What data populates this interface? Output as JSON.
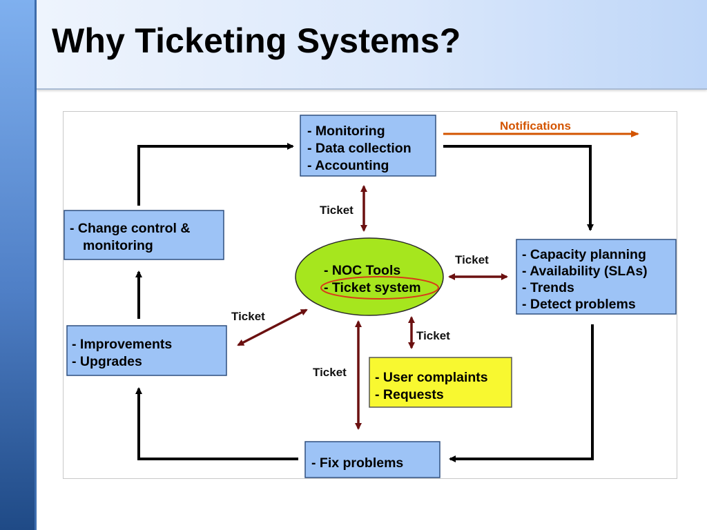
{
  "slide": {
    "title": "Why Ticketing Systems?"
  },
  "diagram": {
    "boxes": {
      "monitoring": [
        "- Monitoring",
        "- Data collection",
        "- Accounting"
      ],
      "change_control": [
        "- Change control &",
        "monitoring"
      ],
      "capacity": [
        "- Capacity planning",
        "- Availability (SLAs)",
        "- Trends",
        "- Detect problems"
      ],
      "improvements": [
        "- Improvements",
        "- Upgrades"
      ],
      "user_complaints": [
        "- User complaints",
        "- Requests"
      ],
      "fix_problems": [
        "- Fix problems"
      ],
      "noc": [
        "- NOC Tools",
        "- Ticket system"
      ]
    },
    "labels": {
      "notifications": "Notifications",
      "ticket": "Ticket"
    },
    "colors": {
      "box_fill": "#9dc3f6",
      "noc_fill": "#a6e61e",
      "user_fill": "#f8f830",
      "ticket_arrow": "#6b1010",
      "flow_arrow": "#000000",
      "notification_arrow": "#d35400",
      "highlight": "#d83a1a"
    }
  }
}
